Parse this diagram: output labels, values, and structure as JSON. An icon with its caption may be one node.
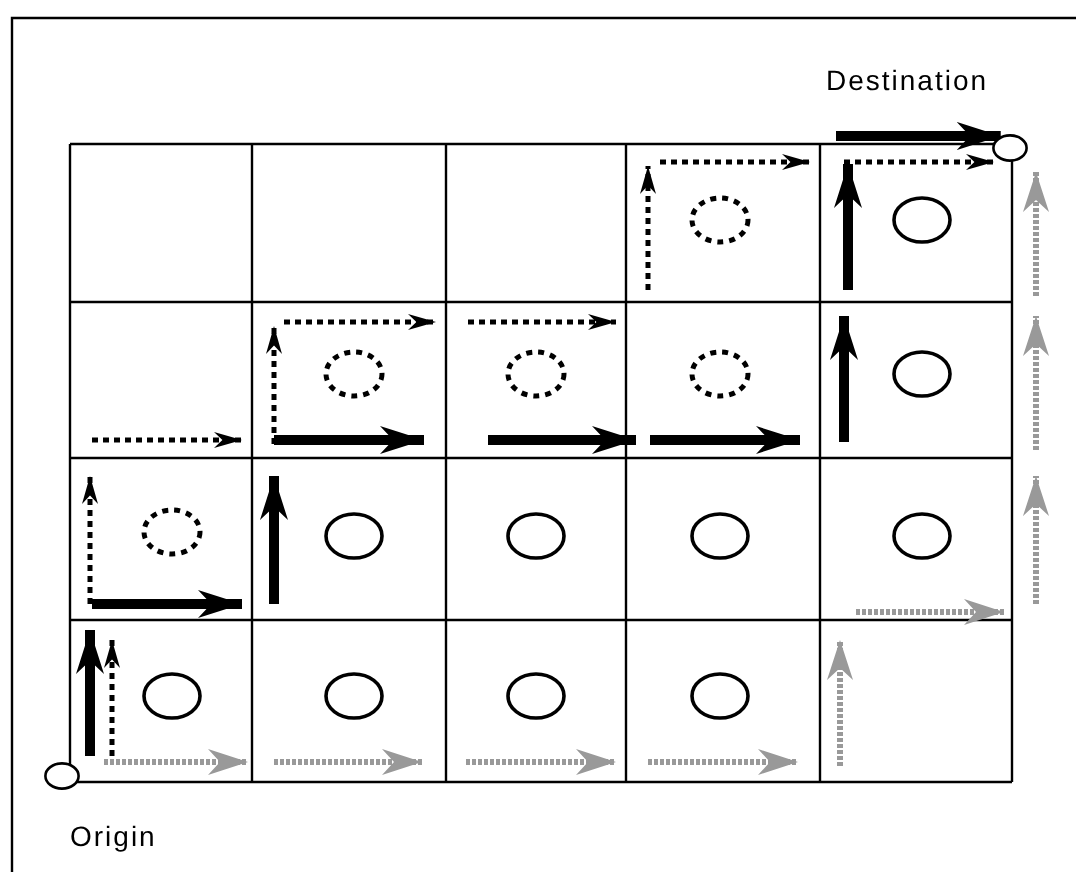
{
  "diagram": {
    "nodes": [
      {
        "text": [],
        "shape": "circle",
        "beside": [
          "Origin"
        ]
      },
      {
        "text": [],
        "shape": "circle",
        "beside": [
          "Destination"
        ]
      }
    ],
    "edges": [
      {
        "from": null,
        "to": 1,
        "arrow": "to"
      }
    ]
  }
}
